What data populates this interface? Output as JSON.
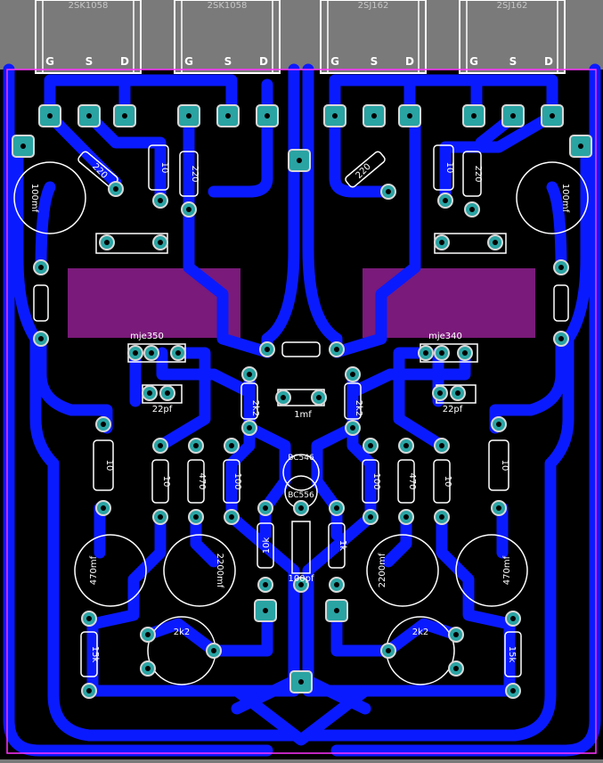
{
  "colors": {
    "background": "#000000",
    "top_strip": "#7a7a7a",
    "copper": "#0a1aff",
    "pad_ring": "#d8d8d8",
    "drill": "#2aa3a3",
    "silk": "#ffffff",
    "heatsink_zone": "#7a1a7a",
    "board_outline": "#ff33ff"
  },
  "transistors": {
    "left_outer": "2SK1058",
    "left_inner": "2SK1058",
    "right_inner": "2SJ162",
    "right_outer": "2SJ162",
    "pin_g": "G",
    "pin_s": "S",
    "pin_d": "D"
  },
  "labels": {
    "r220_left_diag": "220",
    "r10_left_top": "10",
    "r220_left_vert": "220",
    "r220_right_diag": "220",
    "r10_right_top": "10",
    "r220_right_vert": "220",
    "cap_100mf_left": "100mf",
    "cap_100mf_right": "100mf",
    "mje350": "mje350",
    "mje340": "mje340",
    "cap_22pf_left": "22pf",
    "cap_22pf_right": "22pf",
    "r2k2_left": "2k2",
    "r2k2_right": "2k2",
    "cap_1mf": "1mf",
    "bc546": "BC546",
    "bc556": "BC556",
    "r10_left_mid": "10",
    "r10_left_a": "10",
    "r470_left": "470",
    "r100_left": "100",
    "r100_right": "100",
    "r470_right": "470",
    "r10_right_a": "10",
    "r10_right_mid": "10",
    "r10k": "10k",
    "r1k": "1k",
    "cap_100pf": "100pf",
    "cap_470mf_left": "470mf",
    "cap_2200mf_left": "2200mf",
    "cap_2200mf_right": "2200mf",
    "cap_470mf_right": "470mf",
    "r15k_left": "15k",
    "r15k_right": "15k",
    "pot_left": "2k2",
    "pot_right": "2k2"
  }
}
